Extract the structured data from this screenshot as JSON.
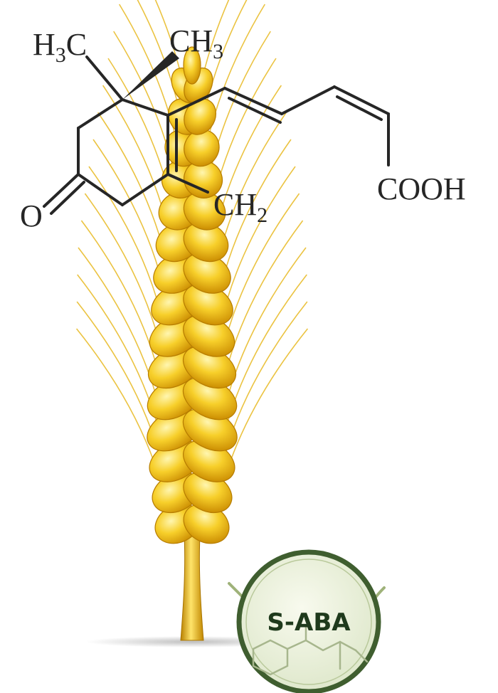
{
  "molecule": {
    "group_h3c": {
      "main": "H",
      "sub": "3",
      "tail": "C"
    },
    "group_ch3": {
      "main": "CH",
      "sub": "3"
    },
    "group_ch2": {
      "main": "CH",
      "sub": "2"
    },
    "group_o": "O",
    "group_cooh": "COOH"
  },
  "badge": {
    "label": "S-ABA"
  },
  "colors": {
    "bond": "#262626",
    "wheat_light": "#fff3a0",
    "wheat_mid": "#f5c518",
    "wheat_dark": "#c98a00",
    "badge_border": "#3f5e2f",
    "badge_fill": "#eef3df",
    "badge_text": "#1f3a1c"
  },
  "icons": [
    "wheat-ear-icon",
    "badge-seal-icon"
  ]
}
